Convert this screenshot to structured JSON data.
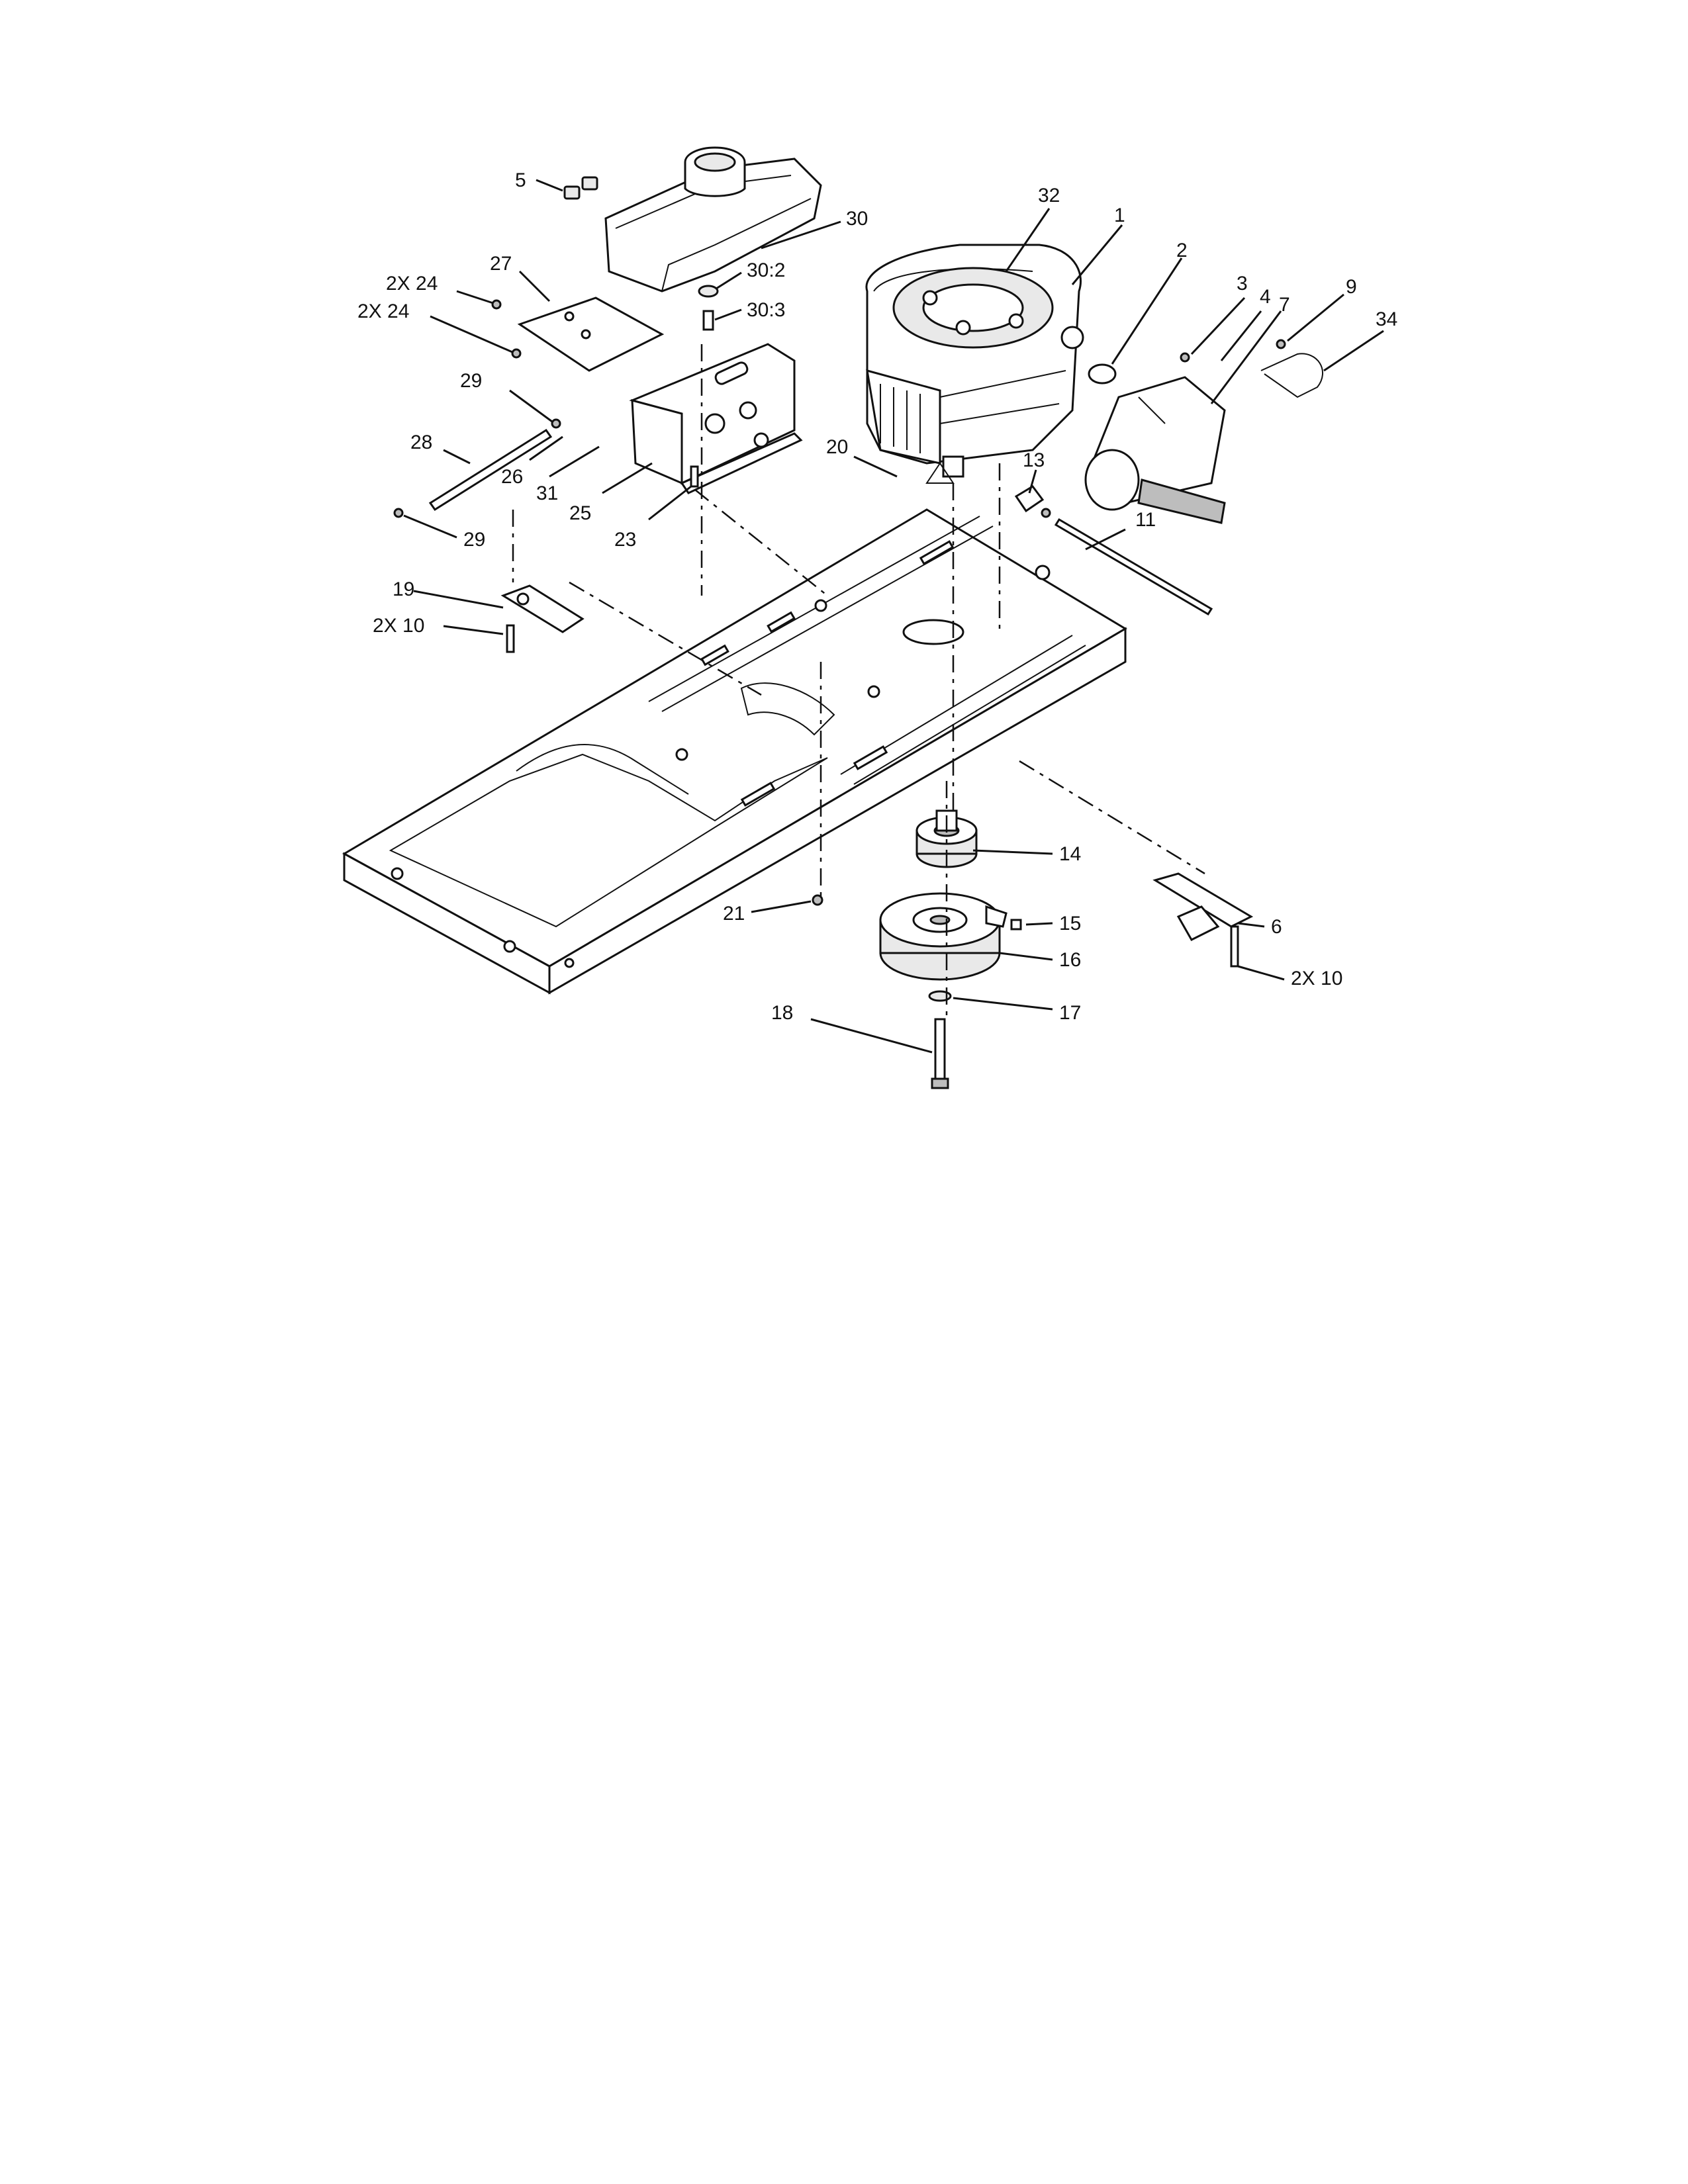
{
  "diagram": {
    "callouts": [
      {
        "id": "c5",
        "text": "5"
      },
      {
        "id": "c30",
        "text": "30"
      },
      {
        "id": "c30_2",
        "text": "30:2"
      },
      {
        "id": "c30_3",
        "text": "30:3"
      },
      {
        "id": "c27",
        "text": "27"
      },
      {
        "id": "c2x24a",
        "text": "2X 24"
      },
      {
        "id": "c2x24b",
        "text": "2X 24"
      },
      {
        "id": "c29a",
        "text": "29"
      },
      {
        "id": "c28",
        "text": "28"
      },
      {
        "id": "c26",
        "text": "26"
      },
      {
        "id": "c31",
        "text": "31"
      },
      {
        "id": "c25",
        "text": "25"
      },
      {
        "id": "c23",
        "text": "23"
      },
      {
        "id": "c29b",
        "text": "29"
      },
      {
        "id": "c19",
        "text": "19"
      },
      {
        "id": "c2x10a",
        "text": "2X 10"
      },
      {
        "id": "c32",
        "text": "32"
      },
      {
        "id": "c1",
        "text": "1"
      },
      {
        "id": "c2",
        "text": "2"
      },
      {
        "id": "c3",
        "text": "3"
      },
      {
        "id": "c4",
        "text": "4"
      },
      {
        "id": "c7",
        "text": "7"
      },
      {
        "id": "c9",
        "text": "9"
      },
      {
        "id": "c34",
        "text": "34"
      },
      {
        "id": "c20",
        "text": "20"
      },
      {
        "id": "c13",
        "text": "13"
      },
      {
        "id": "c11",
        "text": "11"
      },
      {
        "id": "c14",
        "text": "14"
      },
      {
        "id": "c15",
        "text": "15"
      },
      {
        "id": "c16",
        "text": "16"
      },
      {
        "id": "c6",
        "text": "6"
      },
      {
        "id": "c2x10b",
        "text": "2X 10"
      },
      {
        "id": "c17",
        "text": "17"
      },
      {
        "id": "c18",
        "text": "18"
      },
      {
        "id": "c21",
        "text": "21"
      }
    ]
  }
}
